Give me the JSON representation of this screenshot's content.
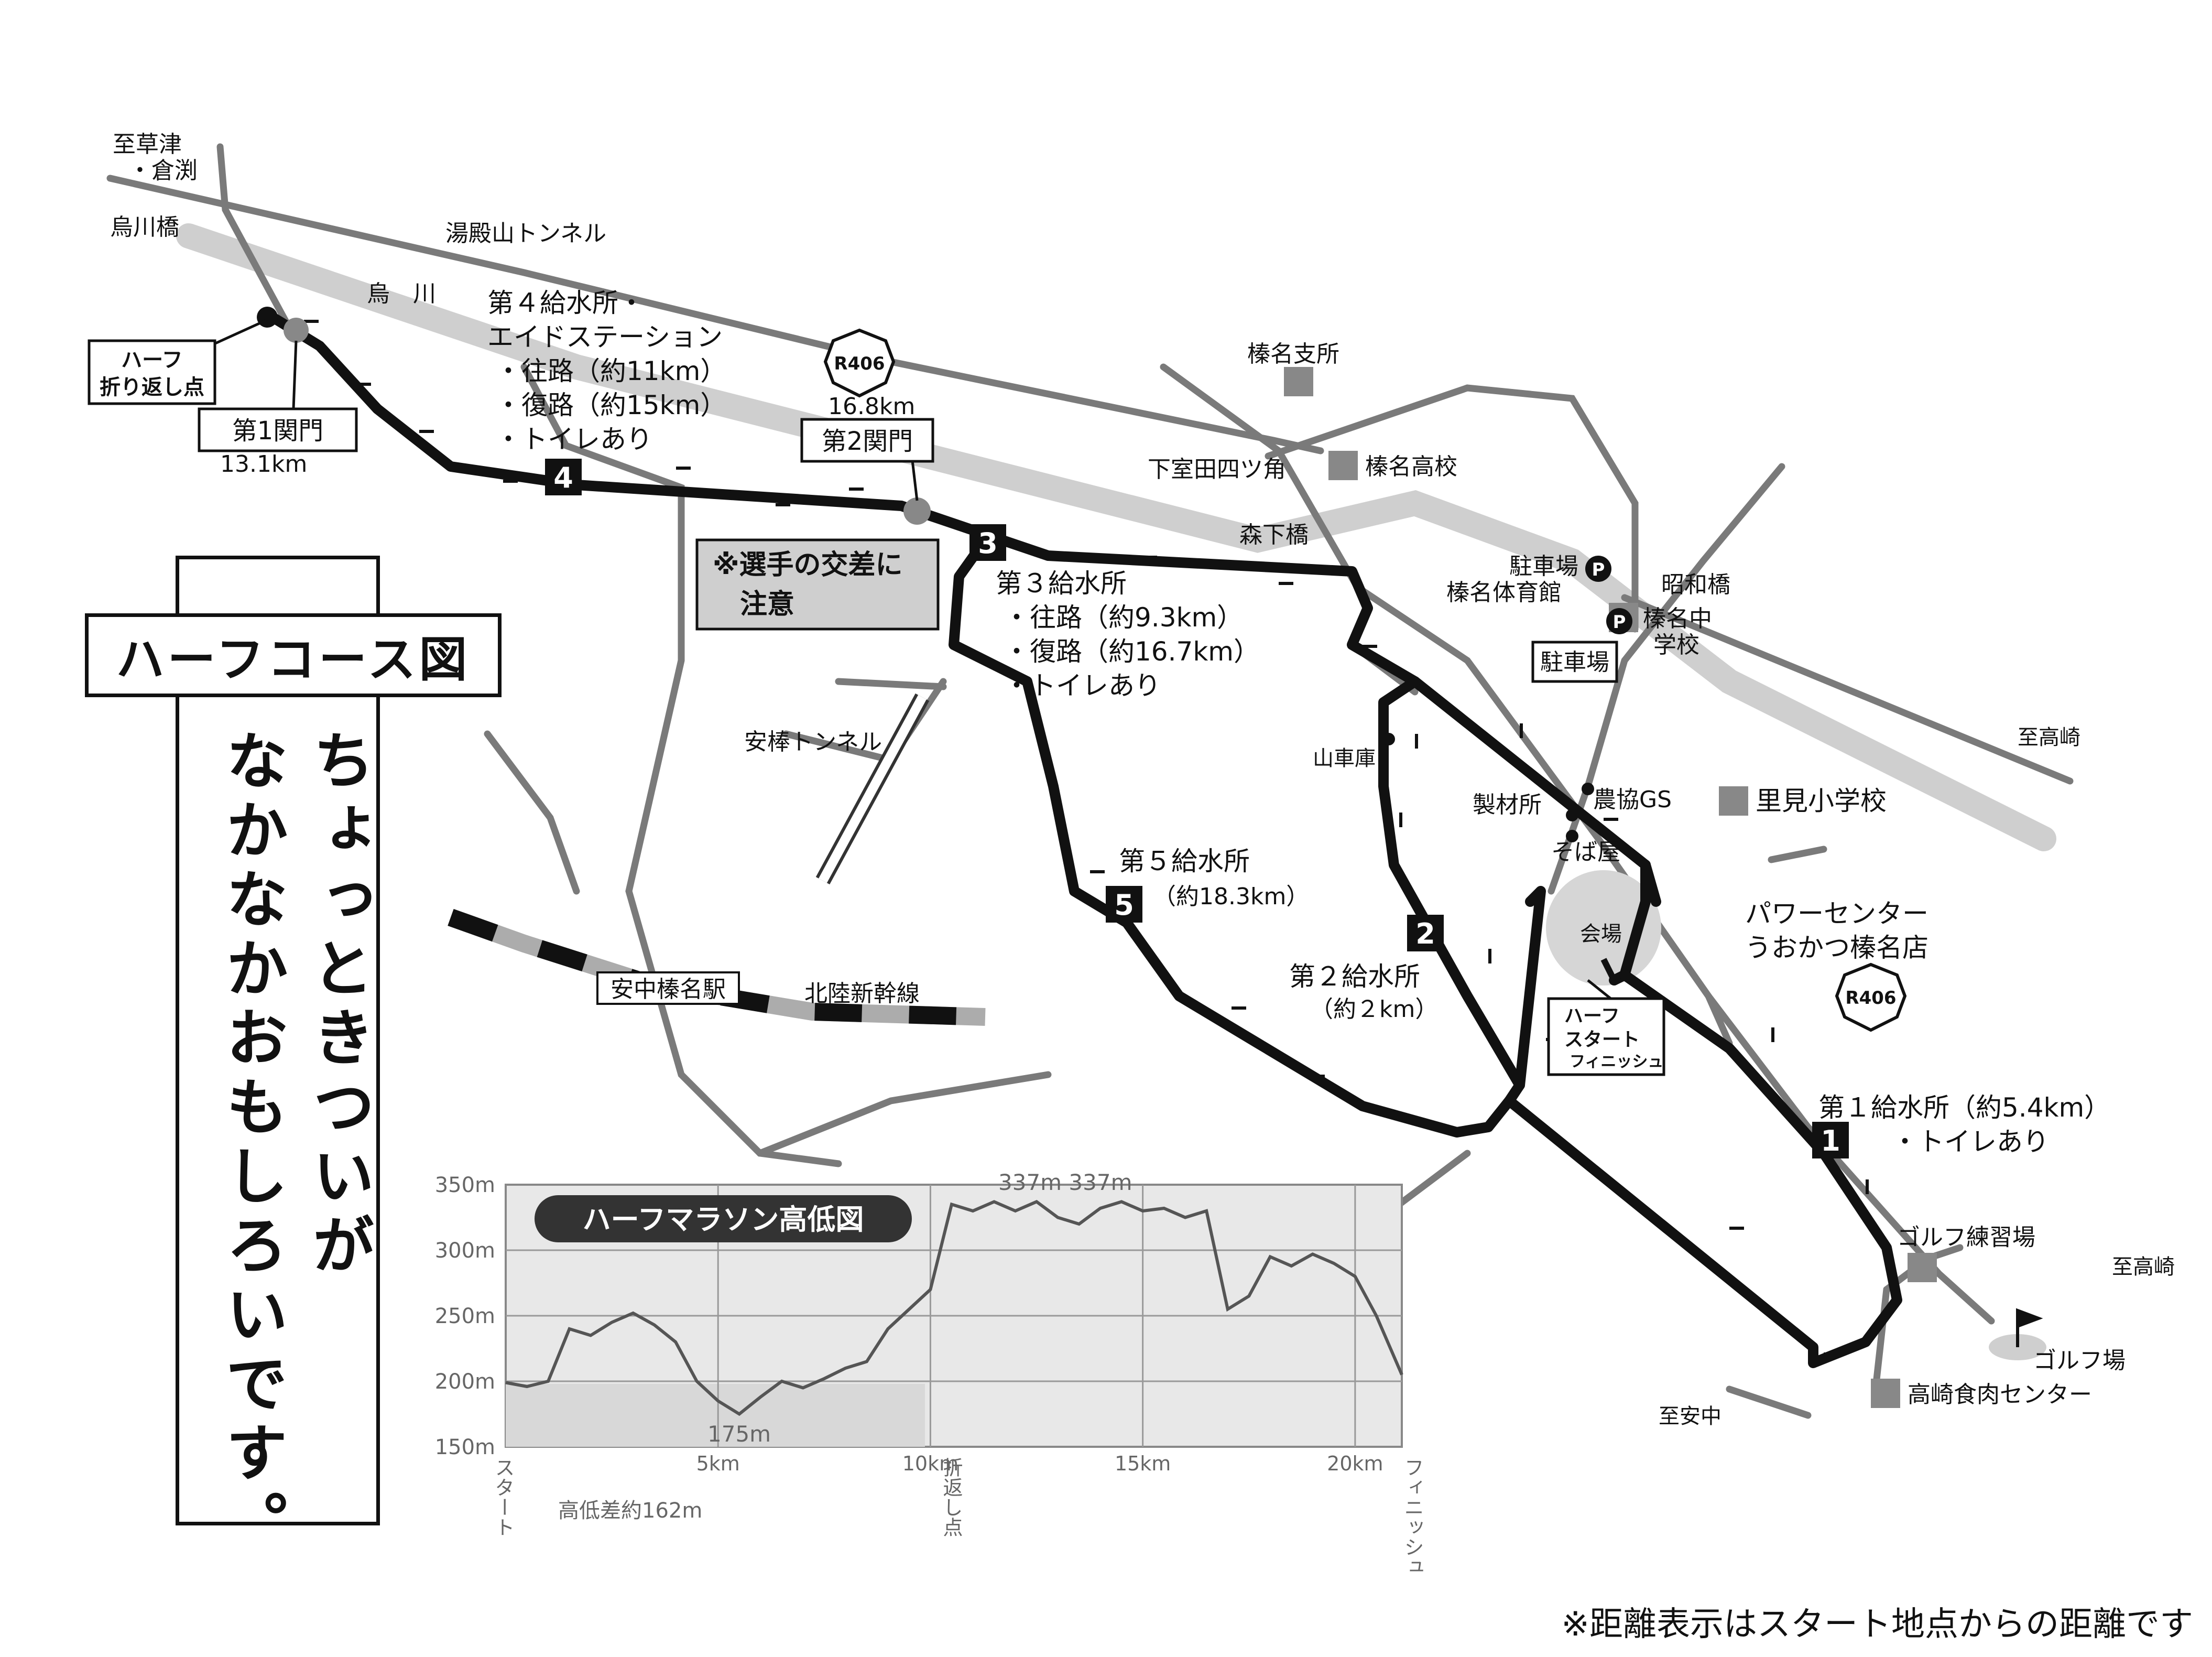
{
  "title": "ハーフコース図",
  "tagline_lines": [
    "ちょっときついが",
    "なかなかおもしろいです。"
  ],
  "note": "※距離表示はスタート地点からの距離です",
  "labels": {
    "kusatsu": [
      "至草津",
      "・倉渕"
    ],
    "karasugawa_bashi": "烏川橋",
    "yudonoyama_tunnel": "湯殿山トンネル",
    "karasu_river": "烏　川",
    "turnaround": [
      "ハーフ",
      "折り返し点"
    ],
    "gate1": "第1関門",
    "gate1_km": "13.1km",
    "aid4": [
      "第４給水所・",
      "エイドステーション",
      "・往路（約11km）",
      "・復路（約15km）",
      "・トイレあり"
    ],
    "r406_top": "R406",
    "km_168": "16.8km",
    "gate2": "第2関門",
    "caution": [
      "※選手の交差に",
      "　注意"
    ],
    "aid3": [
      "第３給水所",
      "・往路（約9.3km）",
      "・復路（約16.7km）",
      "・トイレあり"
    ],
    "haruna_shisho": "榛名支所",
    "shimomuroda": "下室田四ツ角",
    "haruna_hs": "榛名高校",
    "morishita": "森下橋",
    "parking1": "駐車場",
    "gym": "榛名体育館",
    "showa": "昭和橋",
    "haruna_jhs": [
      "榛名中",
      "学校"
    ],
    "parking2": "駐車場",
    "to_takasaki1": "至高崎",
    "antsuna_tunnel": "安棒トンネル",
    "yamashako": "山車庫",
    "nokyo": "農協GS",
    "satomi": "里見小学校",
    "seizaisho": "製材所",
    "sobaya": "そば屋",
    "aid5": [
      "第５給水所",
      "（約18.3km）"
    ],
    "venue": "会場",
    "power_center": [
      "パワーセンター",
      "うおかつ榛名店"
    ],
    "aid2": [
      "第２給水所",
      "（約２km）"
    ],
    "start_finish": [
      "ハーフ",
      "スタート",
      "フィニッシュ"
    ],
    "r406_right": "R406",
    "station": "安中榛名駅",
    "shinkansen": "北陸新幹線",
    "aid1": [
      "第１給水所（約5.4km）",
      "・トイレあり"
    ],
    "golf_range": "ゴルフ練習場",
    "to_takasaki2": "至高崎",
    "golf_course": "ゴルフ場",
    "to_annaka": "至安中",
    "meat_center": "高崎食肉センター",
    "markers": [
      "1",
      "2",
      "3",
      "4",
      "5"
    ]
  },
  "profile": {
    "title": "ハーフマラソン高低図",
    "y_ticks": [
      "350m",
      "300m",
      "250m",
      "200m",
      "150m"
    ],
    "x_ticks": [
      "スタート",
      "5km",
      "10km",
      "折返し点",
      "15km",
      "20km",
      "フィニッシュ"
    ],
    "peak_label": "337m 337m",
    "low_label": "175m",
    "diff_label": "高低差約162m",
    "ylim": [
      150,
      350
    ],
    "x_max_km": 21.1
  },
  "chart_data": {
    "type": "area",
    "title": "ハーフマラソン高低図",
    "xlabel": "",
    "ylabel": "",
    "ylim": [
      150,
      350
    ],
    "x": [
      0,
      0.5,
      1.0,
      1.5,
      2.0,
      2.5,
      3.0,
      3.5,
      4.0,
      4.5,
      5.0,
      5.5,
      6.0,
      6.5,
      7.0,
      7.5,
      8.0,
      8.5,
      9.0,
      9.5,
      10.0,
      10.5,
      11.0,
      11.5,
      12.0,
      12.5,
      13.0,
      13.5,
      14.0,
      14.5,
      15.0,
      15.5,
      16.0,
      16.5,
      17.0,
      17.5,
      18.0,
      18.5,
      19.0,
      19.5,
      20.0,
      20.5,
      21.1
    ],
    "series": [
      {
        "values": [
          199,
          196,
          200,
          240,
          235,
          245,
          252,
          243,
          230,
          200,
          185,
          175,
          188,
          200,
          195,
          202,
          210,
          215,
          240,
          255,
          270,
          335,
          330,
          337,
          330,
          337,
          325,
          320,
          332,
          337,
          330,
          332,
          325,
          330,
          255,
          265,
          295,
          288,
          297,
          290,
          280,
          250,
          205
        ]
      }
    ]
  }
}
